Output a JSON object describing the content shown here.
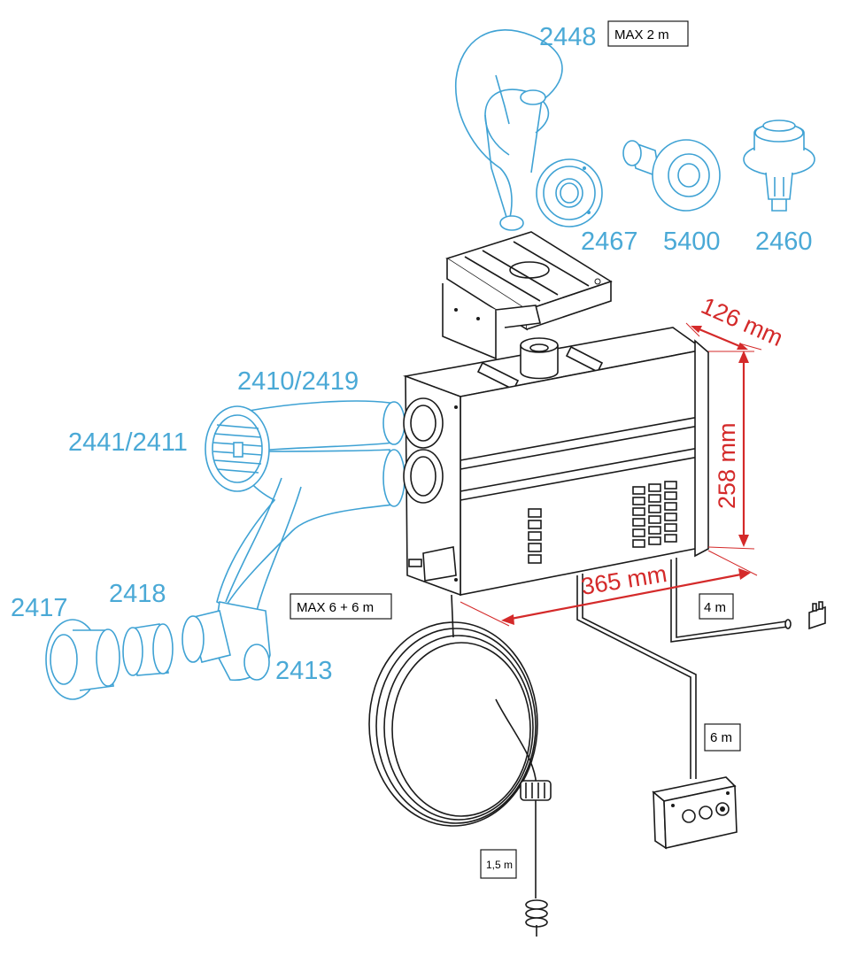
{
  "parts": {
    "p2448": "2448",
    "p2467": "2467",
    "p5400": "5400",
    "p2460": "2460",
    "p2410": "2410/2419",
    "p2441": "2441/2411",
    "p2417": "2417",
    "p2418": "2418",
    "p2413": "2413"
  },
  "notes": {
    "max_exhaust": "MAX 2 m",
    "max_ducts": "MAX 6 + 6 m",
    "cable_4m": "4 m",
    "cable_6m": "6 m",
    "fuel_line": "1,5 m"
  },
  "dimensions": {
    "depth": "126 mm",
    "height": "258 mm",
    "width": "365 mm"
  },
  "colors": {
    "accessory": "#3fa2d4",
    "dimension": "#d42a2a",
    "heater": "#1a1a1a"
  }
}
